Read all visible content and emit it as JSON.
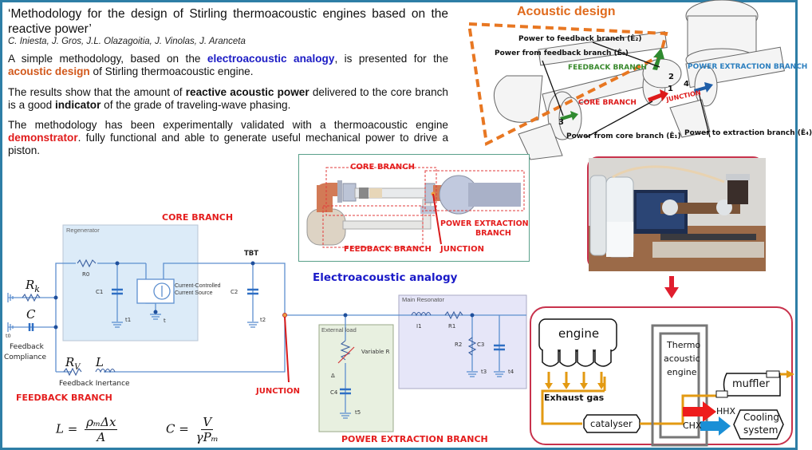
{
  "paper": {
    "title": "‘Methodology for the design of Stirling thermoacoustic engines based on the reactive power’",
    "authors": "C. Iniesta, J. Gros, J.L. Olazagoitia, J. Vinolas, J. Aranceta",
    "p1": {
      "a": "A simple methodology, based on the ",
      "b": "electroacoustic analogy",
      "c": ", is presented for the ",
      "d": "acoustic design",
      "e": " of Stirling thermoacoustic engine."
    },
    "p2": {
      "a": "The results show that the amount of ",
      "b": "reactive acoustic power",
      "c": " delivered to the core branch is a good ",
      "d": "indicator",
      "e": " of the grade of traveling-wave phasing."
    },
    "p3": {
      "a": "The methodology has been experimentally validated with a thermoacoustic engine ",
      "b": "demonstrator",
      "c": ". fully functional and able to generate useful mechanical power to drive a piston."
    }
  },
  "acoustic_design": {
    "title": "Acoustic design",
    "labels": {
      "power_to_feedback": "Power to feedback branch (Ė₂)",
      "power_from_feedback": "Power from feedback branch (Ė₃)",
      "feedback_branch": "FEEDBACK BRANCH",
      "power_extraction_branch": "POWER EXTRACTION BRANCH",
      "core_branch": "CORE BRANCH",
      "junction": "JUNCTION",
      "power_from_core": "Power from core branch (Ė₁)",
      "power_to_extraction": "Power to extraction branch (Ė₄)"
    },
    "nodes": [
      "1",
      "2",
      "3",
      "4"
    ]
  },
  "model_diagram": {
    "core_branch": "CORE BRANCH",
    "power_extraction": "POWER EXTRACTION",
    "branch": "BRANCH",
    "feedback_branch": "FEEDBACK BRANCH",
    "junction": "JUNCTION"
  },
  "electro_title": "Electroacoustic analogy",
  "circuit": {
    "core_branch": "CORE BRANCH",
    "regenerator": "Regenerator",
    "r0": "R0",
    "c1": "C1",
    "t1": "t1",
    "t": "t",
    "ccs1": "Current-Controlled",
    "ccs2": "Current Source",
    "tbt": "TBT",
    "c2": "C2",
    "t2": "t2",
    "rk": "R",
    "rk_sub": "k",
    "c": "C",
    "t0": "t0",
    "feedback_compliance_1": "Feedback",
    "feedback_compliance_2": "Compliance",
    "rv": "R",
    "rv_sub": "V",
    "l": "L",
    "feedback_inertance": "Feedback Inertance",
    "feedback_branch": "FEEDBACK BRANCH",
    "junction": "JUNCTION",
    "external_load": "External load",
    "variable_r": "Variable R",
    "c4": "C4",
    "t5": "t5",
    "delta": "Δ",
    "main_resonator": "Main Resonator",
    "i1": "I1",
    "r1": "R1",
    "r2": "R2",
    "c3": "C3",
    "t3": "t3",
    "t4": "t4",
    "power_extraction_branch": "POWER EXTRACTION BRANCH"
  },
  "formulas": {
    "L": {
      "lhs": "L =",
      "num": "ρₘΔx",
      "den": "A"
    },
    "C": {
      "lhs": "C =",
      "num": "V",
      "den": "γPₘ"
    }
  },
  "flow": {
    "engine": "engine",
    "exhaust_gas": "Exhaust gas",
    "catalyser": "catalyser",
    "thermo1": "Thermo",
    "thermo2": "acoustic",
    "thermo3": "engine",
    "muffler": "muffler",
    "hhx": "HHX",
    "chx": "CHX",
    "cooling1": "Cooling",
    "cooling2": "system"
  },
  "colors": {
    "frame": "#2e7ea6",
    "accent_red": "#e41d1d",
    "accent_blue": "#1a1ac8",
    "accent_orange": "#e87722",
    "exhaust": "#e39a12",
    "hhx_arrow": "#ee1c1c",
    "chx_arrow": "#1a8fd6"
  }
}
